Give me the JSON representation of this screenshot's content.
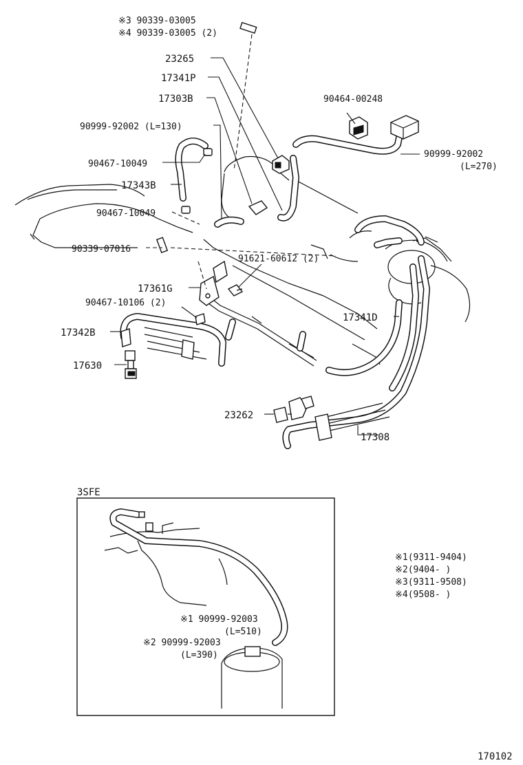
{
  "labels": {
    "p_90339_03005_note3": "※3 90339-03005",
    "p_90339_03005_note4": "※4 90339-03005 (2)",
    "p_23265": "23265",
    "p_17341P": "17341P",
    "p_17303B": "17303B",
    "p_90464_00248": "90464-00248",
    "p_90999_92002_L130": "90999-92002 (L=130)",
    "p_90467_10049_a": "90467-10049",
    "p_17343B": "17343B",
    "p_90467_10049_b": "90467-10049",
    "p_90999_92002_L270_no": "90999-92002",
    "p_90999_92002_L270_len": "(L=270)",
    "p_90339_07016": "90339-07016",
    "p_91621_60612": "91621-60612 (2)",
    "p_17361G": "17361G",
    "p_90467_10106": "90467-10106 (2)",
    "p_17341D": "17341D",
    "p_17342B": "17342B",
    "p_17630": "17630",
    "p_23262": "23262",
    "p_17308": "17308"
  },
  "inset": {
    "title": "3SFE",
    "note1_no": "※1 90999-92003",
    "note1_len": "(L=510)",
    "note2_no": "※2 90999-92003",
    "note2_len": "(L=390)"
  },
  "legend": [
    "※1(9311-9404)",
    "※2(9404-      )",
    "※3(9311-9508)",
    "※4(9508-      )"
  ],
  "figure_code": "170102"
}
